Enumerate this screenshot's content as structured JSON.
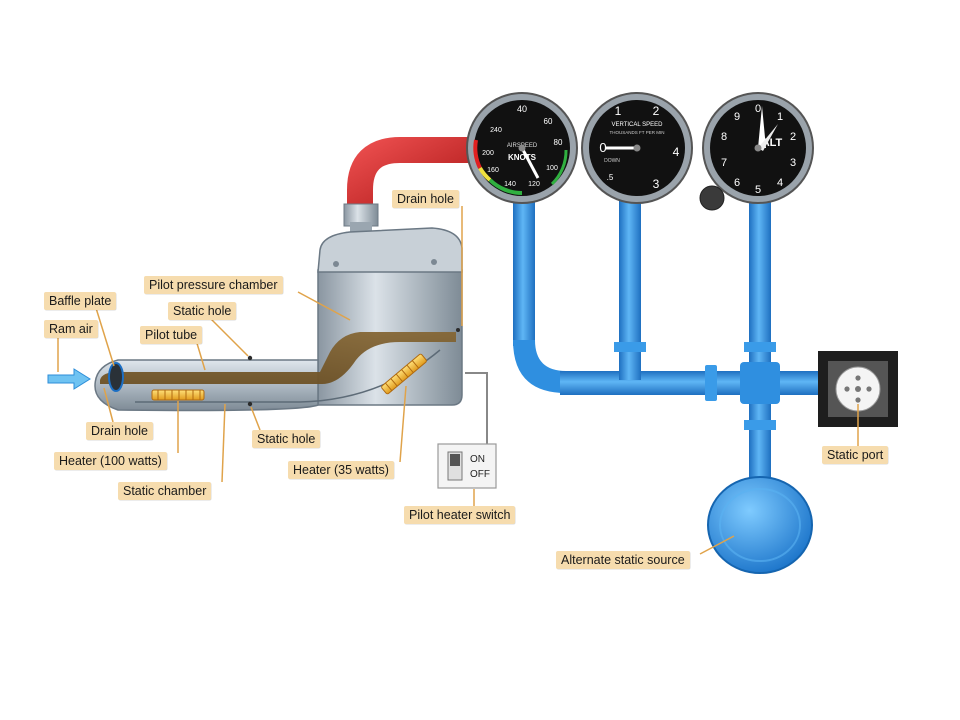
{
  "labels": {
    "baffle_plate": "Baffle plate",
    "ram_air": "Ram air",
    "pilot_tube": "Pilot tube",
    "static_hole_top": "Static hole",
    "pilot_pressure_chamber": "Pilot pressure chamber",
    "drain_hole_top": "Drain hole",
    "drain_hole_bottom": "Drain hole",
    "heater_100": "Heater (100 watts)",
    "static_chamber": "Static chamber",
    "static_hole_bottom": "Static hole",
    "heater_35": "Heater (35 watts)",
    "pilot_heater_switch": "Pilot heater switch",
    "static_port": "Static port",
    "alternate_static_source": "Alternate static source"
  },
  "switch": {
    "on": "ON",
    "off": "OFF"
  },
  "instruments": {
    "airspeed": {
      "title": "AIRSPEED",
      "unit": "KNOTS",
      "ticks": [
        "40",
        "60",
        "80",
        "100",
        "120",
        "140",
        "160",
        "200",
        "240"
      ]
    },
    "vsi": {
      "title": "VERTICAL SPEED",
      "subtitle": "THOUSANDS FT PER MIN",
      "down": "DOWN",
      "ticks": [
        "0",
        "1",
        "2",
        "3",
        "4",
        ".5"
      ]
    },
    "altimeter": {
      "title": "ALT",
      "ticks": [
        "0",
        "1",
        "2",
        "3",
        "4",
        "5",
        "6",
        "7",
        "8",
        "9"
      ]
    }
  },
  "colors": {
    "pipe_blue": "#2f8fe0",
    "pipe_blue_dark": "#1d6fb8",
    "red_hose": "#d6282a",
    "label_bg": "#f6dcae",
    "liquid": "#8a6a3a",
    "housing": "#b9c3cb"
  }
}
